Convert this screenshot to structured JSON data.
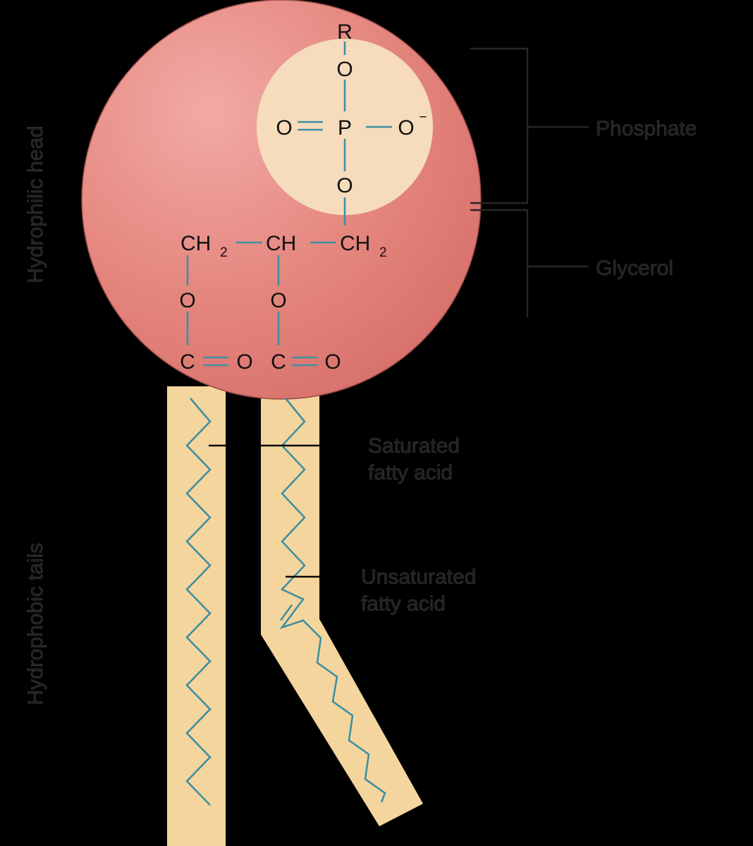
{
  "labels": {
    "hydrophilic_head": "Hydrophilic head",
    "hydrophobic_tails": "Hydrophobic tails",
    "phosphate": "Phosphate",
    "glycerol": "Glycerol",
    "saturated_line1": "Saturated",
    "saturated_line2": "fatty acid",
    "unsaturated_line1": "Unsaturated",
    "unsaturated_line2": "fatty acid"
  },
  "atoms": {
    "r": "R",
    "o_top": "O",
    "p": "P",
    "o_double_left": "O",
    "o_minus": "O",
    "minus_sign": "−",
    "o_below_p": "O",
    "ch2_right": "CH",
    "ch2_right_sub": "2",
    "ch": "CH",
    "ch2_left": "CH",
    "ch2_left_sub": "2",
    "o_ester_left": "O",
    "o_ester_right": "O",
    "c_left": "C",
    "o_carbonyl_left": "O",
    "c_right": "C",
    "o_carbonyl_right": "O"
  },
  "colors": {
    "background": "#000000",
    "head": "#e07f78",
    "phosphate_area": "#f6dcbc",
    "tail": "#f5d59e",
    "bond": "#3e8fa3"
  }
}
